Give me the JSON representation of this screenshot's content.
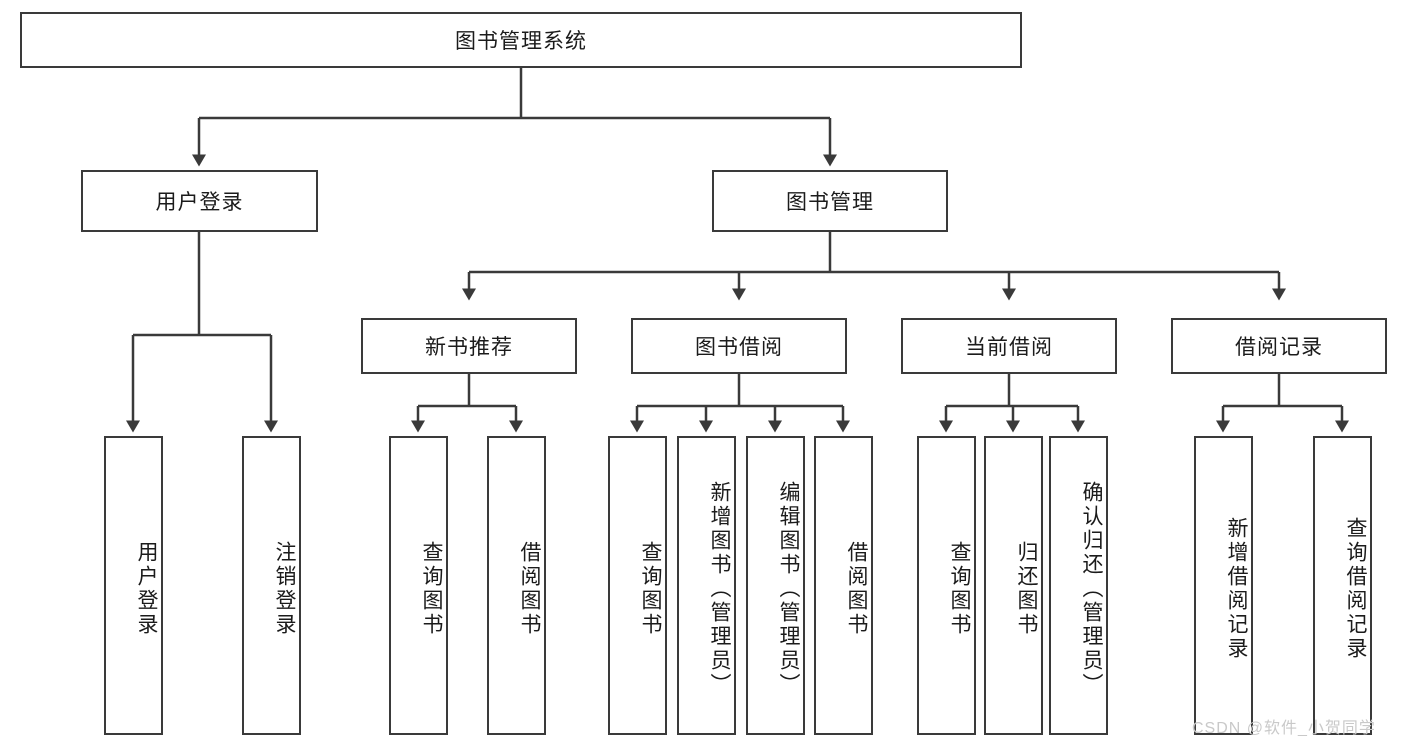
{
  "diagram": {
    "title": "图书管理系统",
    "type": "tree-hierarchy-chart",
    "root": {
      "label": "图书管理系统"
    },
    "level1": [
      {
        "label": "用户登录"
      },
      {
        "label": "图书管理"
      }
    ],
    "level2": [
      {
        "label": "新书推荐"
      },
      {
        "label": "图书借阅"
      },
      {
        "label": "当前借阅"
      },
      {
        "label": "借阅记录"
      }
    ],
    "leaves": {
      "user_login": [
        {
          "label": "用户登录"
        },
        {
          "label": "注销登录"
        }
      ],
      "new_book_recommend": [
        {
          "label": "查询图书"
        },
        {
          "label": "借阅图书"
        }
      ],
      "book_borrow": [
        {
          "label": "查询图书"
        },
        {
          "label": "新增图书（管理员）"
        },
        {
          "label": "编辑图书（管理员）"
        },
        {
          "label": "借阅图书"
        }
      ],
      "current_borrow": [
        {
          "label": "查询图书"
        },
        {
          "label": "归还图书"
        },
        {
          "label": "确认归还（管理员）"
        }
      ],
      "borrow_record": [
        {
          "label": "新增借阅记录"
        },
        {
          "label": "查询借阅记录"
        }
      ]
    }
  },
  "watermark": {
    "text": "CSDN @软件_小贺同学"
  },
  "colors": {
    "box_border": "#3a3a3a",
    "box_fill": "#ffffff",
    "line": "#3a3a3a",
    "text": "#1b1b1b",
    "watermark": "#c9c9c9",
    "background": "#ffffff"
  }
}
